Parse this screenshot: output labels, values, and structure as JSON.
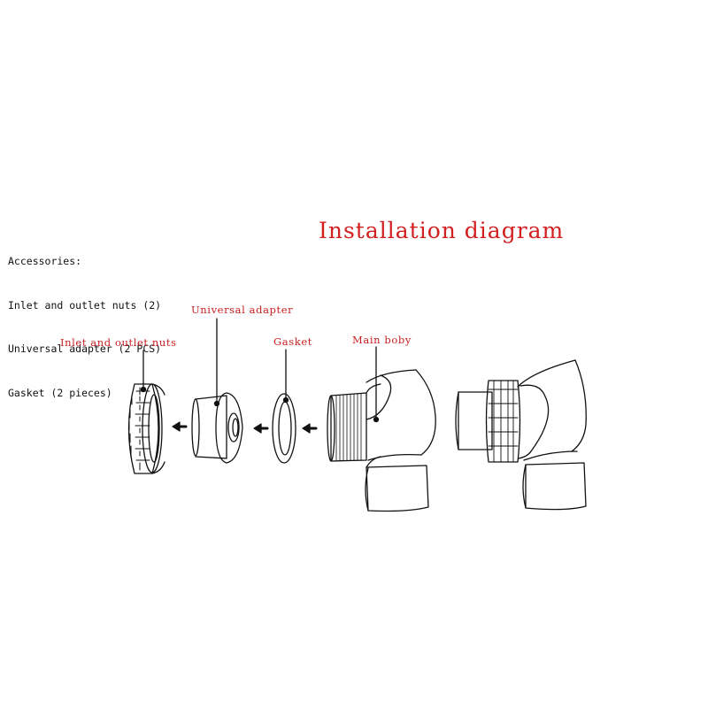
{
  "accessories": {
    "heading": "Accessories:",
    "items": [
      "Inlet and outlet nuts (2)",
      "Universal adapter (2 PCS)",
      "Gasket (2 pieces)"
    ]
  },
  "title": "Installation diagram",
  "labels": {
    "nuts": "Inlet and outlet nuts",
    "adapter": "Universal adapter",
    "gasket": "Gasket",
    "main_body": "Main boby"
  },
  "colors": {
    "label_red": "#c81e1e",
    "title_red": "#d21f1f",
    "line": "#111111"
  }
}
